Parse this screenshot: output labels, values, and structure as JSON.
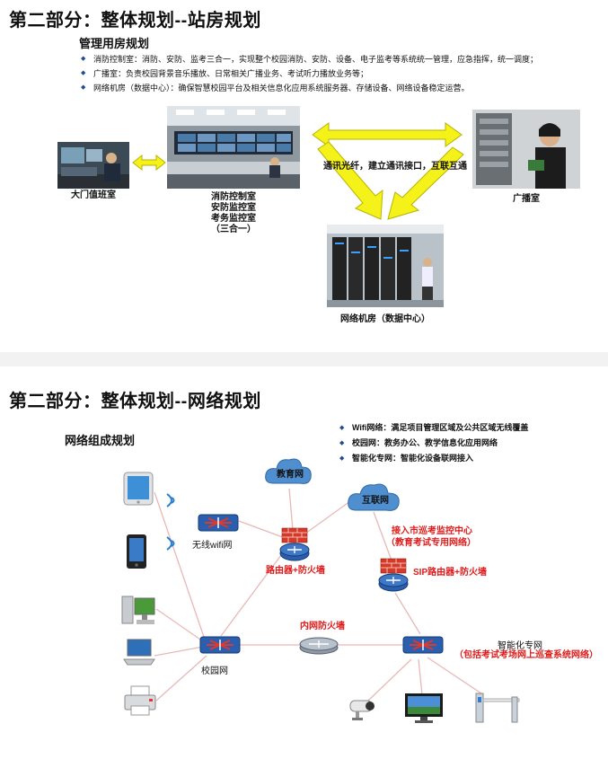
{
  "slide1": {
    "title": "第二部分：整体规划--站房规划",
    "subtitle": "管理用房规划",
    "bullets": [
      "消防控制室：消防、安防、监考三合一，实现整个校园消防、安防、设备、电子监考等系统统一管理，应急指挥，统一调度；",
      "广播室：负责校园背景音乐播放、日常相关广播业务、考试听力播放业务等；",
      "网络机房（数据中心）：确保智慧校园平台及相关信息化应用系统服务器、存储设备、网络设备稳定运营。"
    ],
    "labels": {
      "gate": "大门值班室",
      "control_1": "消防控制室",
      "control_2": "安防监控室",
      "control_3": "考务监控室",
      "control_4": "（三合一）",
      "broadcast": "广播室",
      "datacenter": "网络机房（数据中心）",
      "link": "通讯光纤，建立通讯接口，互联互通"
    }
  },
  "slide2": {
    "title": "第二部分：整体规划--网络规划",
    "subtitle": "网络组成规划",
    "bullets": [
      "Wifi网络：满足项目管理区域及公共区域无线覆盖",
      "校园网：教务办公、教学信息化应用网络",
      "智能化专网：智能化设备联网接入"
    ],
    "clouds": {
      "edu": "教育网",
      "internet": "互联网"
    },
    "labels": {
      "wifi": "无线wifi网",
      "router": "路由器+防火墙",
      "campus": "校园网",
      "inner_fw": "内网防火墙",
      "city_1": "接入市巡考监控中心",
      "city_2": "（教育考试专用网络）",
      "sip": "SIP路由器+防火墙",
      "smart_1": "智能化专网",
      "smart_2": "（包括考试考场网上巡查系统网络）"
    },
    "colors": {
      "red_text": "#e01a1a",
      "link_line": "#e8b8b8",
      "switch_blue": "#2a5fb0",
      "cloud_blue": "#4f8fcf"
    }
  }
}
